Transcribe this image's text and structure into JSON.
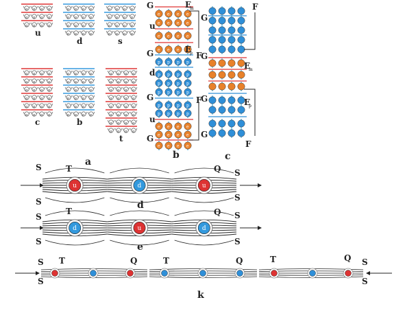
{
  "panel_a": {
    "blocks": [
      {
        "caption": "u",
        "quark": "g",
        "colors": [
          "#d33",
          "#d33",
          "#d33"
        ]
      },
      {
        "caption": "d",
        "quark": "p",
        "colors": [
          "#39d",
          "#39d",
          "#39d"
        ]
      },
      {
        "caption": "s",
        "quark": "p",
        "colors": [
          "#39d",
          "#39d",
          "#39d",
          "#39d",
          "#39d",
          "#39d"
        ]
      },
      {
        "caption": "c",
        "quark": "g",
        "colors": [
          "#d33",
          "#d33",
          "#d33",
          "#d33",
          "#d33",
          "#d33"
        ]
      },
      {
        "caption": "b",
        "quark": "p",
        "colors": [
          "#39d",
          "#39d",
          "#39d",
          "#39d",
          "#39d",
          "#39d"
        ]
      },
      {
        "caption": "t",
        "quark": "g",
        "colors": [
          "#d33",
          "#d33",
          "#d33",
          "#d33",
          "#d33",
          "#d33",
          "#d33",
          "#d33",
          "#d33"
        ]
      }
    ],
    "label": "a"
  },
  "panel_b": {
    "label": "b",
    "G": "G",
    "u": "u",
    "d": "d",
    "Em": "E",
    "Em_sub": "m",
    "Ep": "E",
    "Ep_sub": "p",
    "F": "F",
    "orange_letter": "e",
    "blue_letter": "p"
  },
  "panel_c": {
    "label": "c",
    "G": "G",
    "F": "F",
    "Em": "E",
    "Em_sub": "m",
    "Ep": "E",
    "Ep_sub": "p"
  },
  "row_d": {
    "label": "d",
    "S": "S",
    "T": "T",
    "Q": "Q",
    "particles": [
      "u",
      "d",
      "u"
    ],
    "colors": [
      "#d33",
      "#39d",
      "#d33"
    ]
  },
  "row_e": {
    "label": "e",
    "S": "S",
    "T": "T",
    "Q": "Q",
    "particles": [
      "d",
      "u",
      "d"
    ],
    "colors": [
      "#39d",
      "#d33",
      "#39d"
    ]
  },
  "row_k": {
    "label": "k",
    "S": "S",
    "T": "T",
    "Q": "Q"
  },
  "colors": {
    "orange": "#e8812a",
    "blue": "#2f8fd8",
    "red": "#d33",
    "lineblue": "#2aa8e0"
  }
}
